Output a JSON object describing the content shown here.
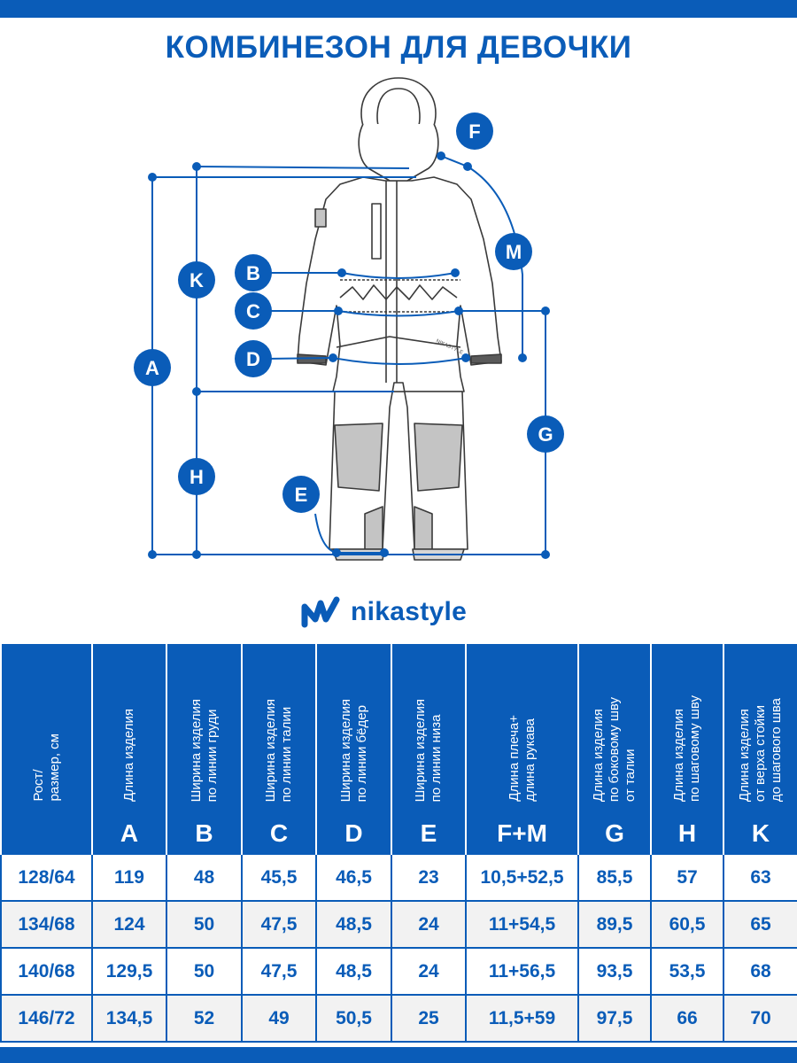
{
  "title": "КОМБИНЕЗОН ДЛЯ ДЕВОЧКИ",
  "brand": "nikastyle",
  "colors": {
    "accent": "#0a5cb8",
    "row_alt": "#f2f2f2"
  },
  "diagram": {
    "garment_label": "NIKASTYLE",
    "markers": [
      "A",
      "B",
      "C",
      "D",
      "E",
      "F",
      "G",
      "H",
      "K",
      "M"
    ]
  },
  "table": {
    "columns": [
      {
        "header": "Рост/\nразмер, см",
        "letter": ""
      },
      {
        "header": "Длина изделия",
        "letter": "A"
      },
      {
        "header": "Ширина изделия\nпо линии груди",
        "letter": "B"
      },
      {
        "header": "Ширина изделия\nпо линии талии",
        "letter": "C"
      },
      {
        "header": "Ширина изделия\nпо линии бёдер",
        "letter": "D"
      },
      {
        "header": "Ширина изделия\nпо линии низа",
        "letter": "E"
      },
      {
        "header": "Длина плеча+\nдлина рукава",
        "letter": "F+M"
      },
      {
        "header": "Длина изделия\nпо боковому шву\nот талии",
        "letter": "G"
      },
      {
        "header": "Длина изделия\nпо шаговому шву",
        "letter": "H"
      },
      {
        "header": "Длина изделия\nот верха стойки\nдо шагового шва",
        "letter": "K"
      }
    ],
    "rows": [
      [
        "128/64",
        "119",
        "48",
        "45,5",
        "46,5",
        "23",
        "10,5+52,5",
        "85,5",
        "57",
        "63"
      ],
      [
        "134/68",
        "124",
        "50",
        "47,5",
        "48,5",
        "24",
        "11+54,5",
        "89,5",
        "60,5",
        "65"
      ],
      [
        "140/68",
        "129,5",
        "50",
        "47,5",
        "48,5",
        "24",
        "11+56,5",
        "93,5",
        "53,5",
        "68"
      ],
      [
        "146/72",
        "134,5",
        "52",
        "49",
        "50,5",
        "25",
        "11,5+59",
        "97,5",
        "66",
        "70"
      ]
    ]
  }
}
